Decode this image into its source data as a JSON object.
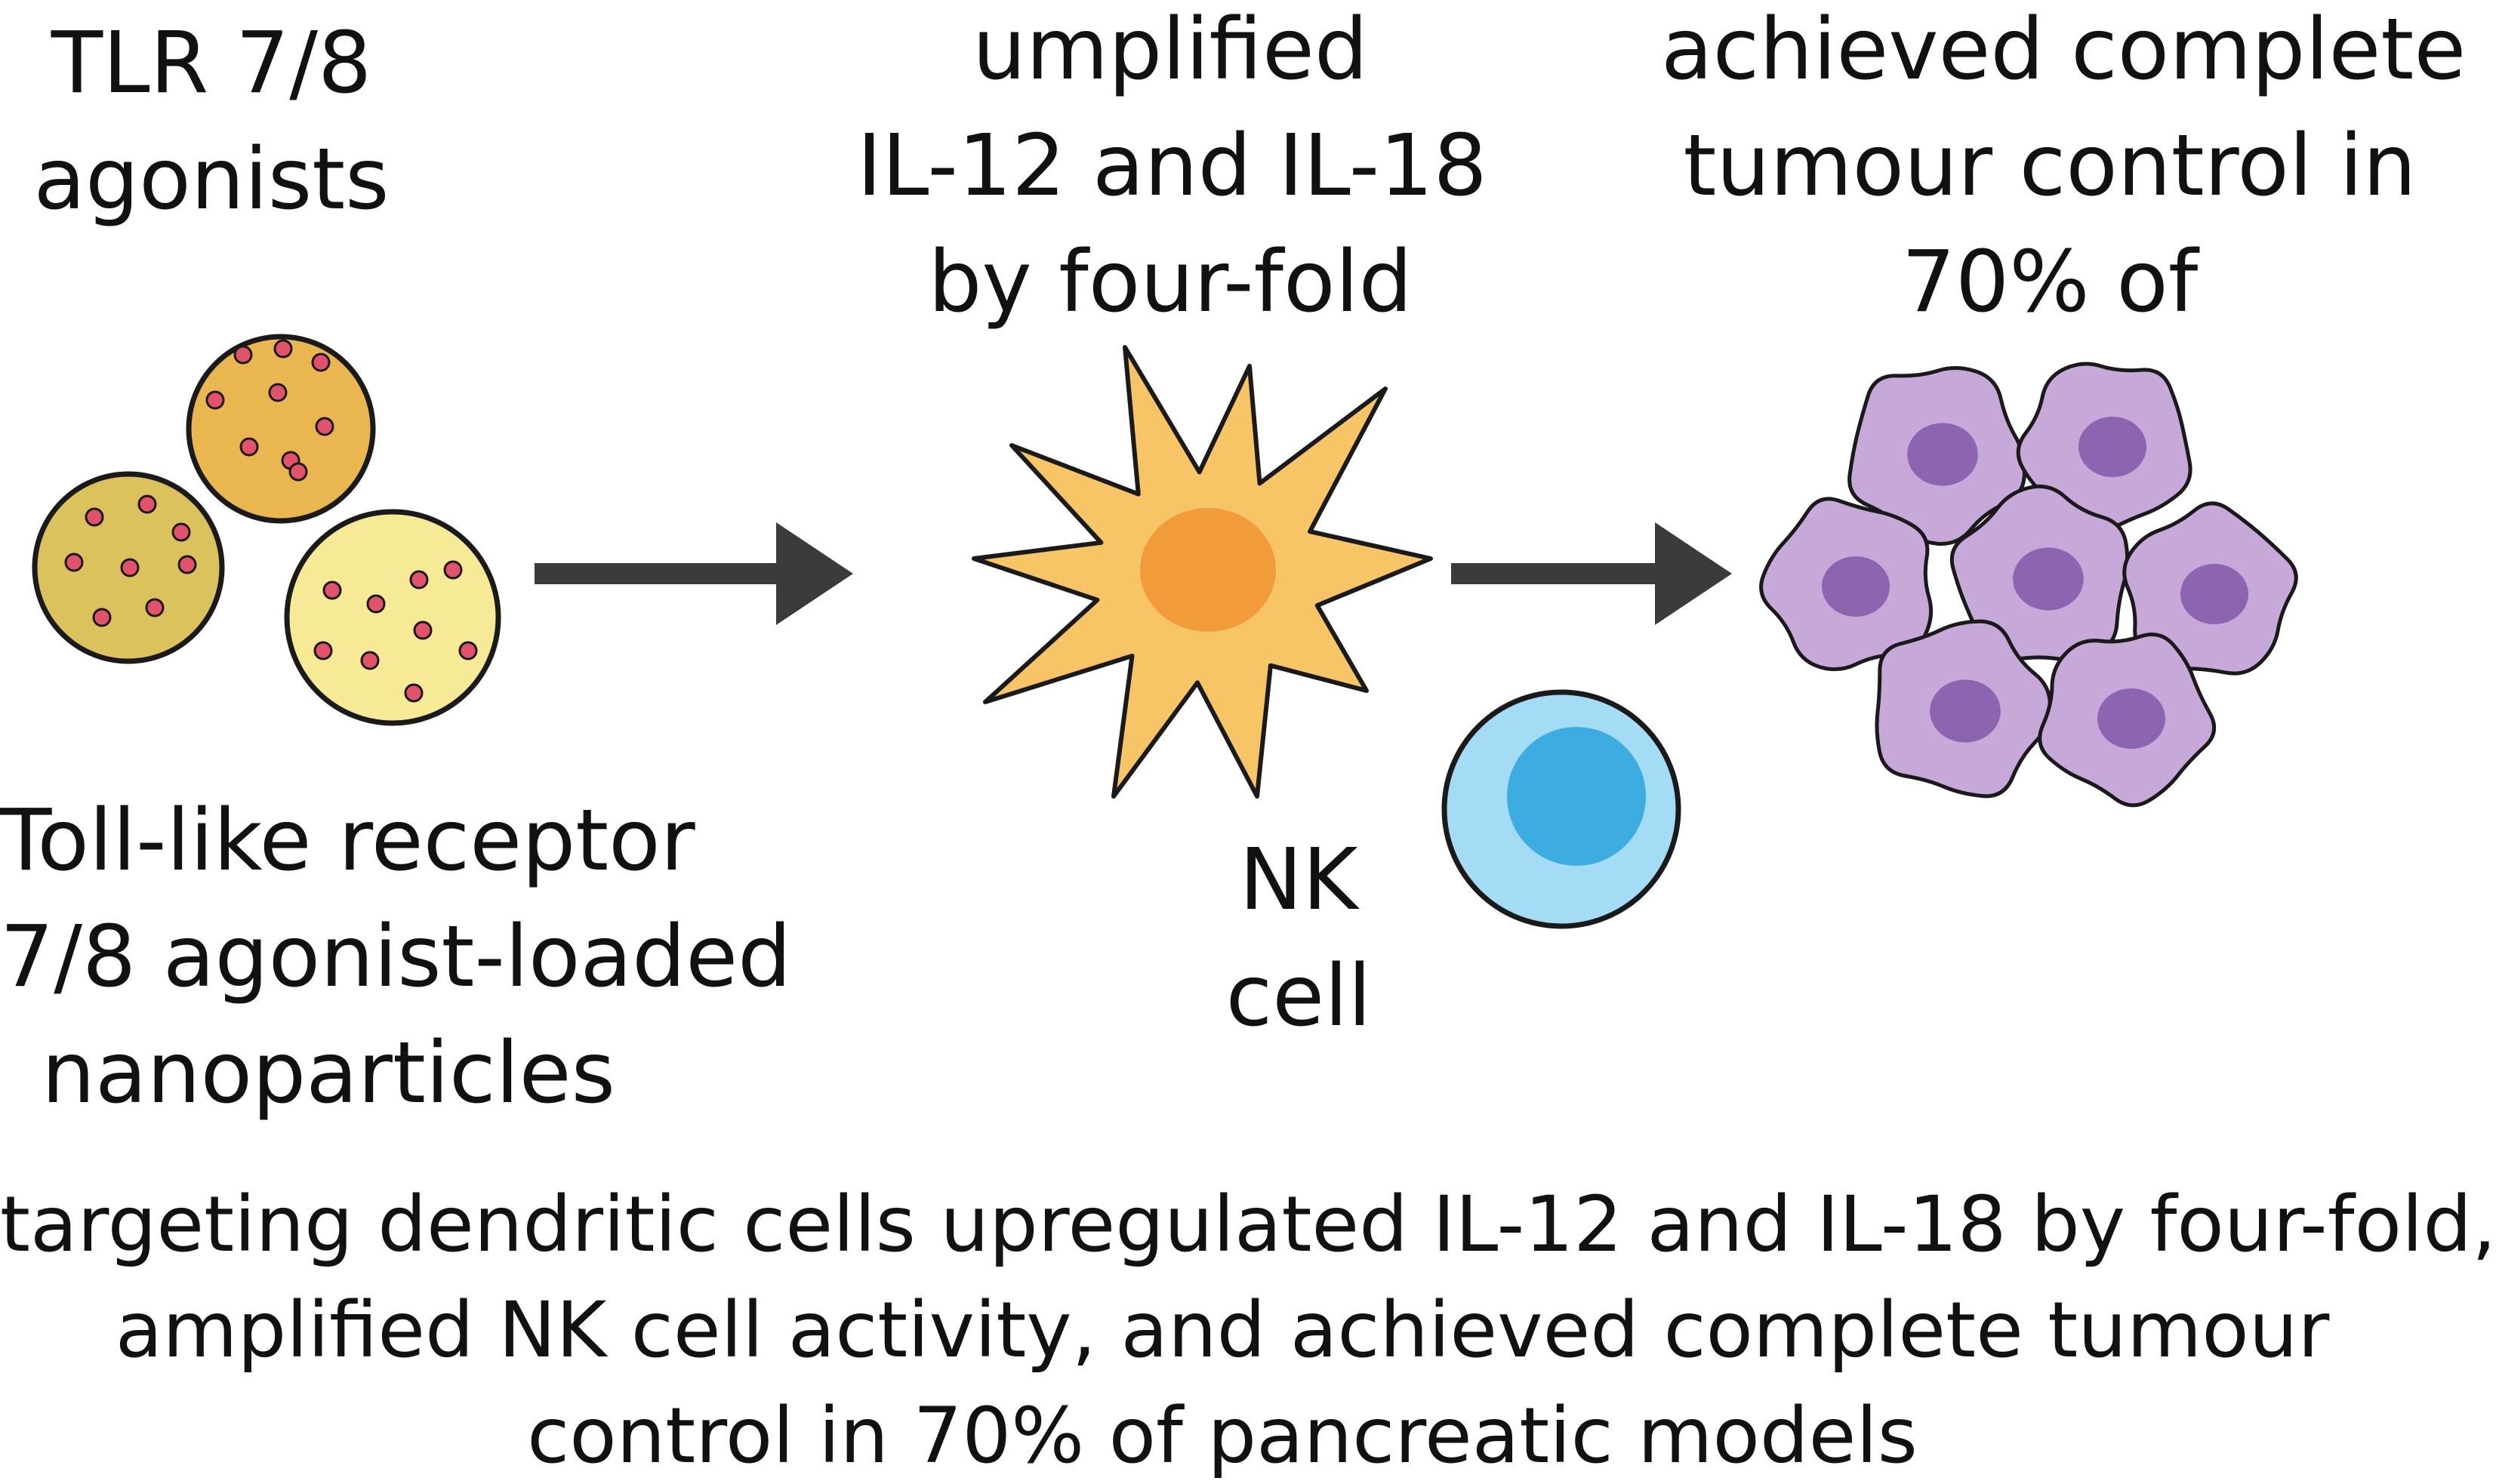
{
  "labels": {
    "tlr_title": [
      "TLR 7/8",
      "agonists"
    ],
    "dc_title": [
      "umplified",
      "IL-12 and IL-18",
      "by four-fold"
    ],
    "tumour_title": [
      "achieved complete",
      "tumour control in",
      "70% of"
    ],
    "nanoparticle_label": [
      "Toll-like receptor",
      "7/8 agonist-loaded",
      "nanoparticles"
    ],
    "nk_label": [
      "NK",
      "cell"
    ]
  },
  "caption": [
    "targeting dendritic cells upregulated IL-12 and IL-18 by four-fold,",
    "amplified NK cell activity, and achieved complete tumour",
    "control in 70% of pancreatic models"
  ],
  "colors": {
    "particle_orange": "#e9b64f",
    "particle_olive": "#dcc25c",
    "particle_yellow": "#f6ea96",
    "particle_dot": "#e2526b",
    "dendritic_body": "#f7c565",
    "dendritic_nucleus": "#f29b3b",
    "nk_outer": "#a4dcf6",
    "nk_inner": "#3cace1",
    "tumour_cell": "#c6a9d9",
    "tumour_nucleus": "#8d64b0",
    "arrow": "#3b3b3b"
  }
}
